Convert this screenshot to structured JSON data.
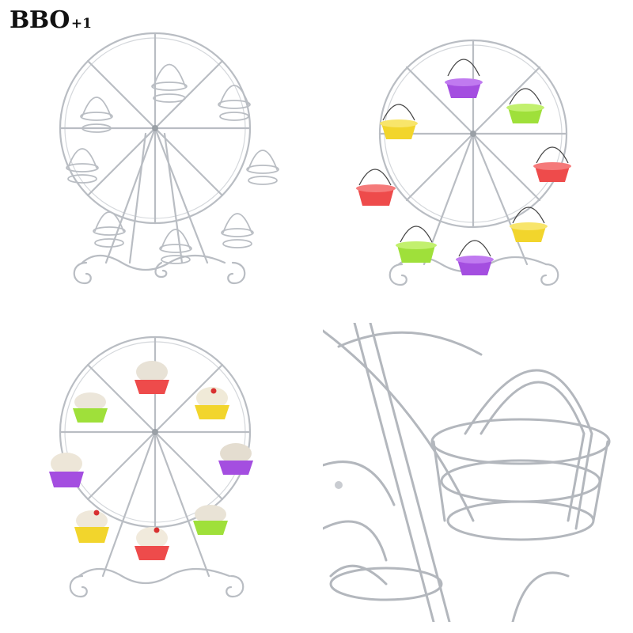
{
  "logo": {
    "main": "BBO",
    "suffix": "+1"
  },
  "panels": [
    {
      "name": "empty-stand",
      "cups": "none"
    },
    {
      "name": "stand-with-colored-liners",
      "cups": [
        "purple",
        "lime",
        "red",
        "yellow",
        "purple",
        "lime",
        "red",
        "yellow"
      ]
    },
    {
      "name": "stand-with-cupcakes",
      "cups": [
        "red",
        "yellow",
        "purple",
        "lime",
        "red",
        "yellow",
        "purple",
        "lime"
      ]
    },
    {
      "name": "closeup-of-cup-holder"
    }
  ],
  "colors": {
    "chrome": "#b8bcc2",
    "background": "#ffffff",
    "purple": "#a44ee0",
    "lime": "#9fe03a",
    "red": "#ee4b4b",
    "yellow": "#f2d52c",
    "cake": "#e8e2d6"
  }
}
